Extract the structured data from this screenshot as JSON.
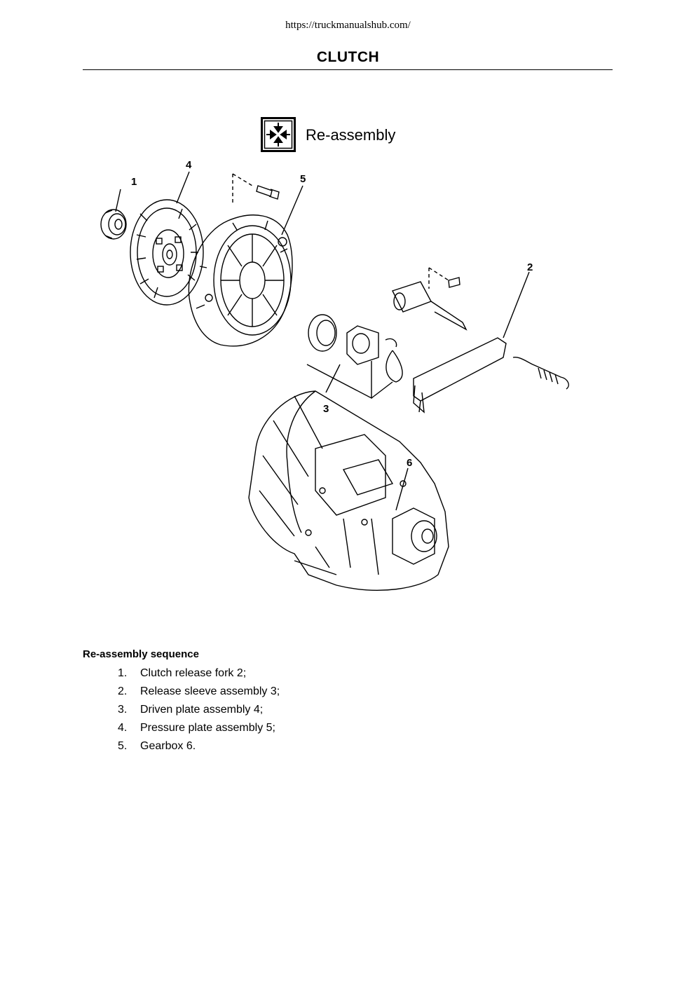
{
  "header": {
    "url": "https://truckmanualshub.com/",
    "title": "CLUTCH"
  },
  "section": {
    "icon": "reassembly-arrows-icon",
    "label": "Re-assembly"
  },
  "figure": {
    "callouts": [
      "1",
      "2",
      "3",
      "4",
      "5",
      "6"
    ]
  },
  "sequence": {
    "heading": "Re-assembly sequence",
    "items": [
      {
        "num": "1.",
        "text": "Clutch release fork 2;"
      },
      {
        "num": "2.",
        "text": "Release sleeve assembly 3;"
      },
      {
        "num": "3.",
        "text": "Driven plate assembly 4;"
      },
      {
        "num": "4.",
        "text": "Pressure plate assembly 5;"
      },
      {
        "num": "5.",
        "text": "Gearbox 6."
      }
    ]
  }
}
